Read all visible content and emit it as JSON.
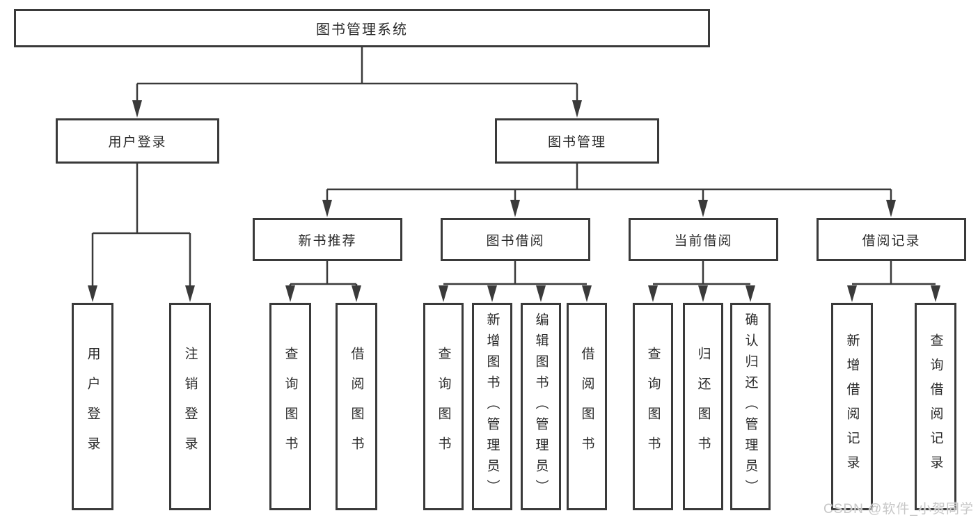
{
  "nodes": {
    "root": "图书管理系统",
    "l2": [
      "用户登录",
      "图书管理"
    ],
    "l3": [
      "新书推荐",
      "图书借阅",
      "当前借阅",
      "借阅记录"
    ],
    "leaves": {
      "login": [
        "用户登录",
        "注销登录"
      ],
      "recommend": [
        "查询图书",
        "借阅图书"
      ],
      "borrow": [
        "查询图书",
        "新增图书（管理员）",
        "编辑图书（管理员）",
        "借阅图书"
      ],
      "current": [
        "查询图书",
        "归还图书",
        "确认归还（管理员）"
      ],
      "record": [
        "新增借阅记录",
        "查询借阅记录"
      ]
    }
  },
  "watermark": "CSDN @软件_小贺同学",
  "colors": {
    "line": "#3a3a3a",
    "text": "#2a2a2a",
    "watermark": "#c7c7c7",
    "background": "#ffffff"
  }
}
